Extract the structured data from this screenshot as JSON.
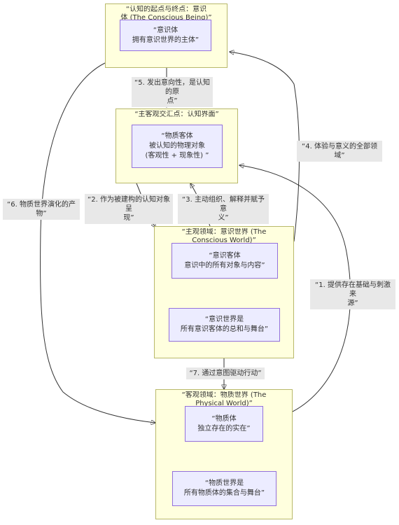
{
  "clusters": {
    "consciousness": "“认知的起点与终点：意识\n体 (The Conscious Being)”",
    "interface": "“主客观交汇点：认知界面”",
    "subjective": "“主观领域：意识世界 (The\nConscious World)”",
    "objective": "“客观领域：物质世界 (The\nPhysical World)”"
  },
  "nodes": {
    "conscious_being": "“意识体\n拥有意识世界的主体”",
    "material_object": "“物质客体\n被认知的物理对象\n(客观性 + 现象性) ”",
    "conscious_object": "“意识客体\n意识中的所有对象与内容”",
    "conscious_world": "“意识世界是\n所有意识客体的总和与舞台”",
    "matter": "“物质体\n独立存在的实在”",
    "physical_world": "“物质世界是\n所有物质体的集合与舞台”"
  },
  "edges": {
    "e1": "“1. 提供存在基础与刺激来\n源”",
    "e2": "“2. 作为被建构的认知对象呈\n现”",
    "e3": "“3. 主动组织、解释并赋予意\n义”",
    "e4": "“4. 体验与意义的全部领域”",
    "e5": "“5. 发出意向性，是认知的原\n点”",
    "e6": "“6. 物质世界演化的产物”",
    "e7": "“7. 通过意图驱动行动”"
  }
}
